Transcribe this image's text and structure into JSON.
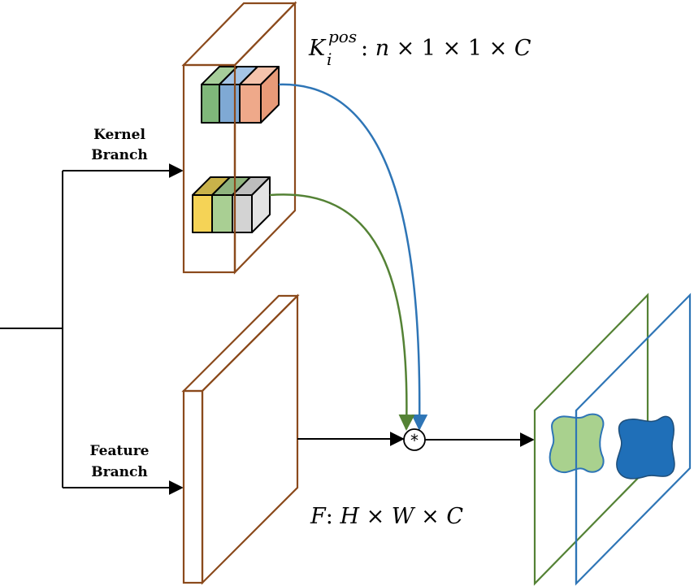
{
  "labels": {
    "kernel_branch_line1": "Kernel",
    "kernel_branch_line2": "Branch",
    "feature_branch_line1": "Feature",
    "feature_branch_line2": "Branch",
    "conv_operator": "*"
  },
  "kernel_formula": {
    "symbol": "K",
    "superscript": "pos",
    "subscript": "i",
    "dims_prefix": ": ",
    "n": "n",
    "times": "×",
    "one": "1",
    "c": "C"
  },
  "feature_formula": {
    "symbol": "F",
    "colon": ":",
    "h": "H",
    "w": "W",
    "c": "C",
    "times": "×"
  },
  "colors": {
    "box_border": "#8B4A1C",
    "kernel_green": "#7FB77A",
    "kernel_blue": "#7FA9D4",
    "kernel_orange": "#EFA98A",
    "kernel_yellow": "#F5D356",
    "kernel_lightgreen": "#A9CF93",
    "kernel_gray": "#D3D3D3",
    "arrow_blue": "#2E75B6",
    "arrow_green": "#548235",
    "mask_green_fill": "#A9D18E",
    "mask_green_stroke": "#2E75B6",
    "mask_blue_fill": "#1F6FB8",
    "plane_green": "#548235",
    "plane_blue": "#2E75B6"
  }
}
